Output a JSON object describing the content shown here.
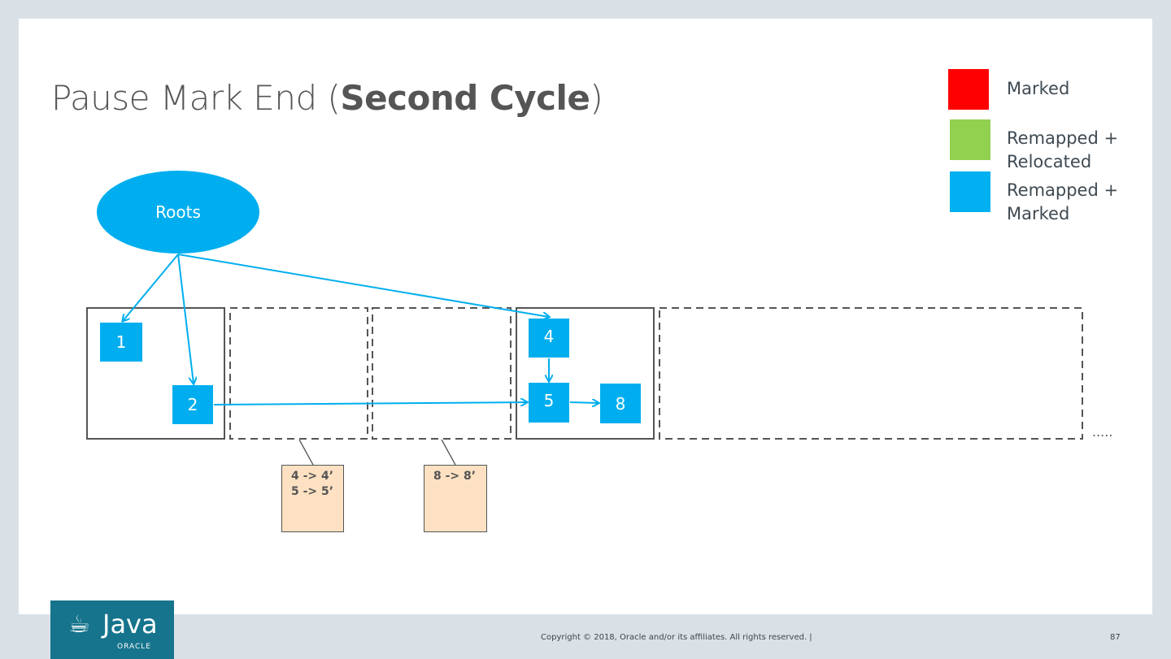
{
  "title": {
    "prefix": "Pause Mark End (",
    "bold": "Second Cycle",
    "suffix": ")"
  },
  "legend": [
    {
      "label": "Marked",
      "color": "#ff0000"
    },
    {
      "label": "Remapped + Relocated",
      "color": "#92d050"
    },
    {
      "label": "Remapped + Marked",
      "color": "#00b0f0"
    }
  ],
  "roots": {
    "label": "Roots",
    "color": "#00aeef"
  },
  "objects": [
    "1",
    "2",
    "4",
    "5",
    "8"
  ],
  "forwarding_tables": [
    {
      "lines": [
        "4 -> 4’",
        "5 -> 5’"
      ]
    },
    {
      "lines": [
        "8 -> 8’"
      ]
    }
  ],
  "ellipsis": ".....",
  "logo": {
    "text": "Java",
    "sub": "ORACLE"
  },
  "footer": {
    "copyright": "Copyright © 2018, Oracle and/or its affiliates. All rights reserved.  |",
    "page": "87"
  }
}
